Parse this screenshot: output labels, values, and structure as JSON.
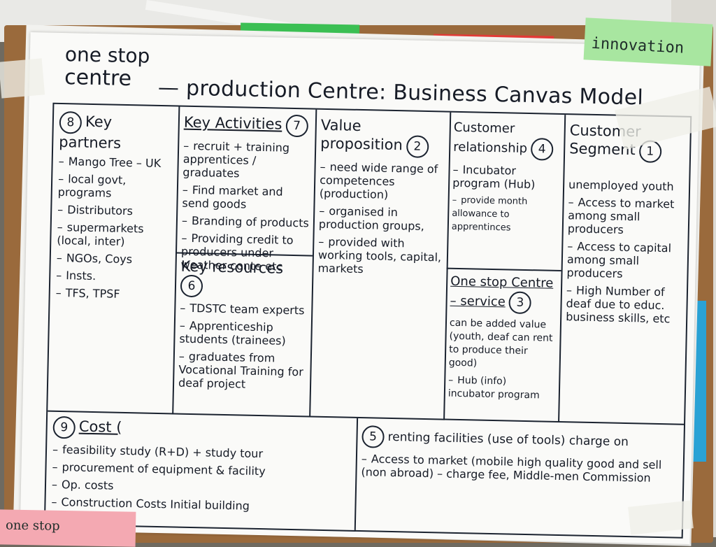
{
  "sticky_notes": {
    "innovation": "innovation",
    "pink_note": "one stop"
  },
  "canvas": {
    "title_line1": "one stop",
    "title_line2": "centre",
    "title_main": "— production Centre: Business Canvas Model",
    "key_partners": {
      "number": "8",
      "title": "Key partners",
      "items": [
        "Mango Tree – UK",
        "local govt, programs",
        "Distributors",
        "supermarkets (local, inter)",
        "NGOs, Coys",
        "Insts.",
        "TFS, TPSF"
      ]
    },
    "key_activities": {
      "number": "7",
      "title": "Key Activities",
      "items": [
        "recruit + training apprentices / graduates",
        "Find market and send goods",
        "Branding of products",
        "Providing credit to producers under weather conte etc"
      ]
    },
    "key_resources": {
      "number": "6",
      "title": "Key resources",
      "items": [
        "TDSTC team experts",
        "Apprenticeship students (trainees)",
        "graduates from Vocational Training for deaf project"
      ]
    },
    "value_proposition": {
      "number": "2",
      "title": "Value proposition",
      "items": [
        "need wide range of competences (production)",
        "organised in production groups,",
        "provided with working tools, capital, markets"
      ]
    },
    "customer_relationship": {
      "number": "4",
      "title": "Customer relationship",
      "items": [
        "Incubator program (Hub)",
        "provide month allowance to apprentinces"
      ]
    },
    "one_stop_centre": {
      "number": "3",
      "title": "One stop Centre – service",
      "items": [
        "can be added value (youth, deaf can rent to produce their good)",
        "Hub (info) incubator program"
      ]
    },
    "customer_segment": {
      "number": "1",
      "title": "Customer Segment",
      "items": [
        "unemployed youth",
        "Access to market among small producers",
        "Access to capital among small producers",
        "High Number of deaf due to educ. business skills, etc"
      ]
    },
    "cost": {
      "number": "9",
      "title": "Cost (",
      "items": [
        "feasibility study (R+D) + study tour",
        "procurement of equipment & facility",
        "Op. costs",
        "Construction Costs Initial building"
      ]
    },
    "revenue": {
      "number": "5",
      "title": "renting facilities (use of tools) charge on",
      "items": [
        "Access to market (mobile high quality good and sell (non abroad) – charge fee, Middle-men Commission"
      ]
    }
  }
}
